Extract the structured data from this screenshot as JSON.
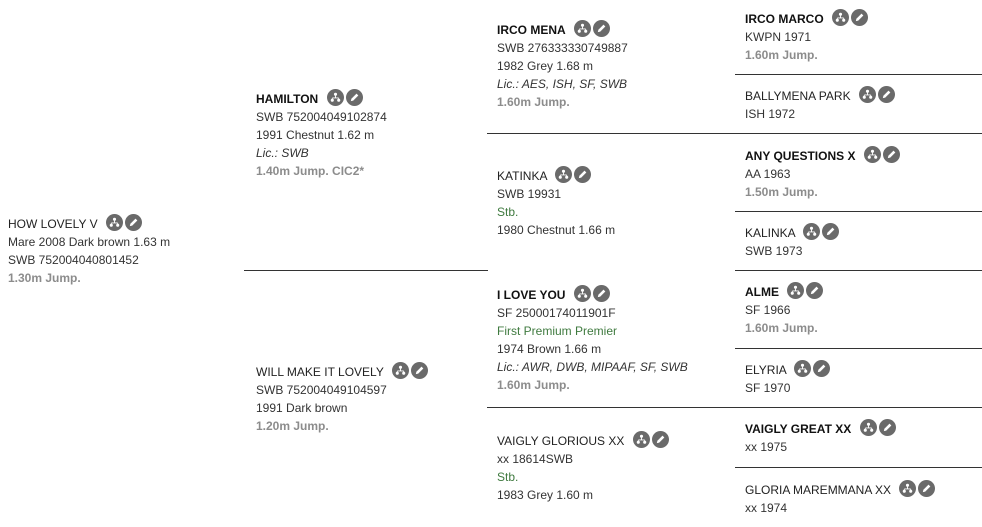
{
  "subject": {
    "name": "HOW LOVELY V",
    "line1": "Mare 2008 Dark brown 1.63 m",
    "line2": "SWB 752004040801452",
    "perf": "1.30m Jump."
  },
  "sire": {
    "name": "HAMILTON",
    "reg": "SWB 752004049102874",
    "info": "1991 Chestnut 1.62 m",
    "lic": "Lic.: SWB",
    "perf": "1.40m Jump. CIC2*"
  },
  "dam": {
    "name": "WILL MAKE IT LOVELY",
    "reg": "SWB 752004049104597",
    "info": "1991 Dark brown",
    "perf": "1.20m Jump."
  },
  "ss": {
    "name": "IRCO MENA",
    "reg": "SWB 276333330749887",
    "info": "1982 Grey 1.68 m",
    "lic": "Lic.: AES, ISH, SF, SWB",
    "perf": "1.60m Jump."
  },
  "sd": {
    "name": "KATINKA",
    "reg": "SWB 19931",
    "stb": "Stb.",
    "info": "1980 Chestnut 1.66 m"
  },
  "ds": {
    "name": "I LOVE YOU",
    "reg": "SF 25000174011901F",
    "stb": "First Premium Premier",
    "info": "1974 Brown 1.66 m",
    "lic": "Lic.: AWR, DWB, MIPAAF, SF, SWB",
    "perf": "1.60m Jump."
  },
  "dd": {
    "name": "VAIGLY GLORIOUS XX",
    "reg": "xx 18614SWB",
    "stb": "Stb.",
    "info": "1983 Grey 1.60 m"
  },
  "sss": {
    "name": "IRCO MARCO",
    "info": "KWPN 1971",
    "perf": "1.60m Jump."
  },
  "ssd": {
    "name": "BALLYMENA PARK",
    "info": "ISH 1972"
  },
  "sds": {
    "name": "ANY QUESTIONS X",
    "info": "AA 1963",
    "perf": "1.50m Jump."
  },
  "sdd": {
    "name": "KALINKA",
    "info": "SWB 1973"
  },
  "dss": {
    "name": "ALME",
    "info": "SF 1966",
    "perf": "1.60m Jump."
  },
  "dsd": {
    "name": "ELYRIA",
    "info": "SF 1970"
  },
  "dds": {
    "name": "VAIGLY GREAT XX",
    "info": "xx 1975"
  },
  "ddd": {
    "name": "GLORIA MAREMMANA XX",
    "info": "xx 1974"
  },
  "icons": {
    "pedigree": "pedigree-tree-icon",
    "edit": "pencil-edit-icon"
  },
  "colors": {
    "icon_bg": "#6a6a6a",
    "perf": "#8c8c8c",
    "stb": "#3f7a3f",
    "line": "#333333"
  }
}
